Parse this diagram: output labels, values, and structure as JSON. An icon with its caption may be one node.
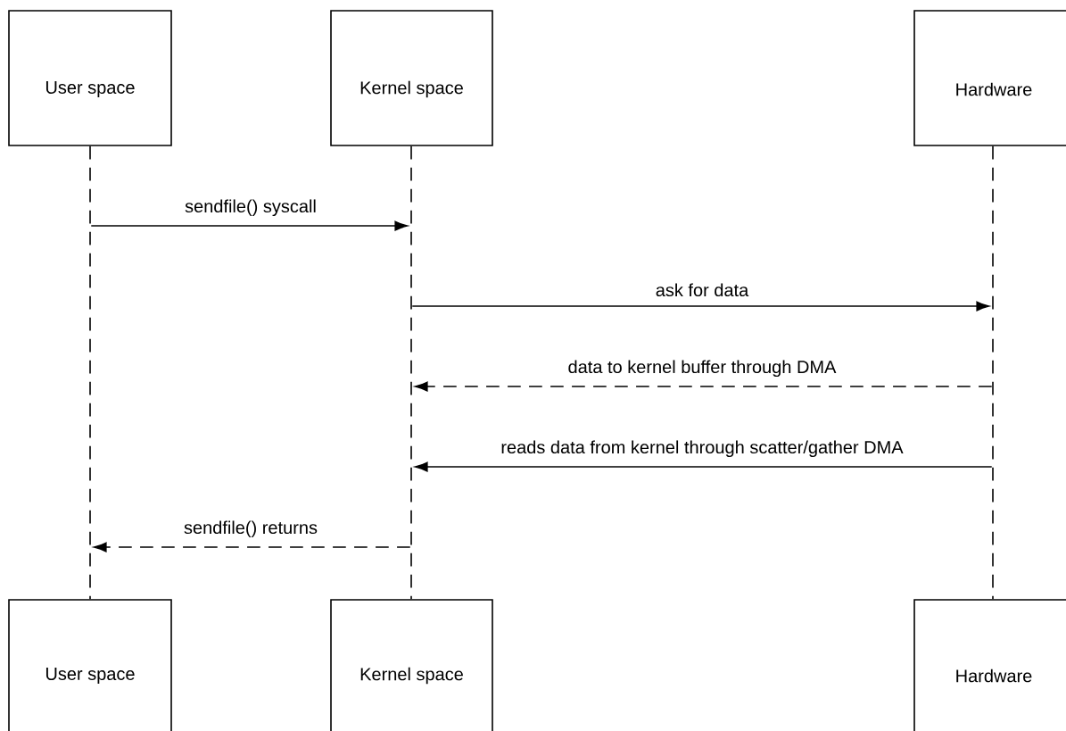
{
  "diagram": {
    "nodes": [
      {
        "text": [
          "User space"
        ]
      },
      {
        "text": [
          "Kernel space"
        ]
      },
      {
        "text": [
          "Hardware"
        ]
      },
      {
        "text": [],
        "shape": "line"
      },
      {
        "text": [],
        "shape": "line"
      },
      {
        "text": [],
        "shape": "line"
      },
      {
        "text": [
          "User space"
        ]
      },
      {
        "text": [
          "Kernel space"
        ]
      },
      {
        "text": [
          "Hardware"
        ]
      }
    ],
    "edges": [
      {
        "from": 3,
        "to": 4,
        "arrow": "to",
        "label": "sendfile() syscall"
      },
      {
        "from": 4,
        "to": 5,
        "arrow": "to",
        "label": "ask for data"
      },
      {
        "from": 5,
        "to": 4,
        "arrow": "to",
        "style": "dashed",
        "label": "data to kernel buffer through DMA"
      },
      {
        "from": 5,
        "to": 4,
        "arrow": "to",
        "label": "reads data from kernel through scatter/gather DMA"
      },
      {
        "from": 4,
        "to": 3,
        "arrow": "to",
        "style": "dashed",
        "label": "sendfile() returns"
      }
    ]
  }
}
